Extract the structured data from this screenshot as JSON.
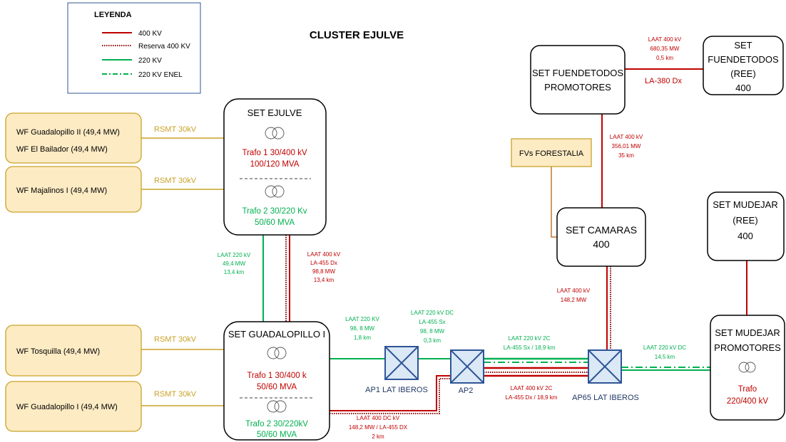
{
  "title": "CLUSTER EJULVE",
  "legend": {
    "heading": "LEYENDA",
    "items": [
      {
        "label": "400 KV",
        "color": "#c00000",
        "style": "solid"
      },
      {
        "label": "Reserva 400 KV",
        "color": "#8b0000",
        "style": "dotted"
      },
      {
        "label": "220 KV",
        "color": "#00b050",
        "style": "solid"
      },
      {
        "label": "220 KV ENEL",
        "color": "#00b050",
        "style": "dashdot"
      }
    ]
  },
  "colors": {
    "line_400": "#c00000",
    "line_220": "#00b050",
    "text_400": "#c00000",
    "text_220": "#00b050",
    "mt_line": "#c9a227",
    "wf_fill": "#fdebc4",
    "wf_stroke": "#c9a227",
    "ap_fill": "#dbe8f6",
    "ap_stroke": "#2f5597",
    "ap_label": "#1f3864",
    "fv_line": "#c07a2c"
  },
  "wind_farms": {
    "wf1_line1": "WF Guadalopillo II (49,4 MW)",
    "wf1_line2": "WF El Bailador (49,4 MW)",
    "wf2": "WF Majalinos I (49,4 MW)",
    "wf3": "WF Tosquilla (49,4 MW)",
    "wf4": "WF Guadalopillo I (49,4 MW)"
  },
  "rsmt": {
    "r1": "RSMT 30kV",
    "r2": "RSMT 30kV",
    "r3": "RSMT 30kV",
    "r4": "RSMT 30kV"
  },
  "set_ejulve": {
    "name": "SET EJULVE",
    "trafo1_l1": "Trafo 1 30/400 kV",
    "trafo1_l2": "100/120 MVA",
    "trafo2_l1": "Trafo 2 30/220 Kv",
    "trafo2_l2": "50/60 MVA"
  },
  "set_guadalopillo": {
    "name": "SET GUADALOPILLO I",
    "trafo1_l1": "Trafo 1 30/400 k",
    "trafo1_l2": "50/60 MVA",
    "trafo2_l1": "Trafo 2 30/220kV",
    "trafo2_l2": "50/60 MVA"
  },
  "set_fuendetodos_prom": {
    "l1": "SET FUENDETODOS",
    "l2": "PROMOTORES"
  },
  "set_fuendetodos_ree": {
    "l1": "SET",
    "l2": "FUENDETODOS",
    "l3": "(REE)",
    "l4": "400"
  },
  "set_camaras": {
    "l1": "SET CAMARAS",
    "l2": "400"
  },
  "set_mudejar_ree": {
    "l1": "SET MUDEJAR",
    "l2": "(REE)",
    "l3": "400"
  },
  "set_mudejar_prom": {
    "l1": "SET MUDEJAR",
    "l2": "PROMOTORES",
    "trafo_l1": "Trafo",
    "trafo_l2": "220/400 kV"
  },
  "fvs": "FVs FORESTALIA",
  "ap_labels": {
    "ap1": "AP1 LAT IBEROS",
    "ap2": "AP2",
    "ap65": "AP65 LAT IBEROS"
  },
  "line_labels": {
    "ej_gu_220": [
      "LAAT 220 kV",
      "49,4 MW",
      "13,4 km"
    ],
    "ej_gu_400": [
      "LAAT 400 kV",
      "LA-455 Dx",
      "98,8 MW",
      "13,4 km"
    ],
    "gu_ap1": [
      "LAAT 220 KV",
      "98, 8 MW",
      "1,8 km"
    ],
    "ap1_ap2": [
      "LAAT 220 kV DC",
      "LA-455 Sx",
      "98, 8 MW",
      "0,3 km"
    ],
    "ap2_ap65_220": [
      "LAAT 220 kV 2C",
      "LA-455 Sx / 18,9 km"
    ],
    "ap2_ap65_400": [
      "LAAT 400 kV 2C",
      "LA-455 Dx / 18,9 km"
    ],
    "gu_ap2_400": [
      "LAAT 400 DC kV",
      "148,2 MW / LA-455 DX",
      "2 km"
    ],
    "camaras_ap65": [
      "LAAT 400 kV",
      "148,2 MW"
    ],
    "fuend_camaras": [
      "LAAT 400 kV",
      "356,01 MW",
      "35 km"
    ],
    "fuend_ree": [
      "LAAT 400 kV",
      "680,35 MW",
      "0,5 km"
    ],
    "fuend_ree_cond": "LA-380 Dx",
    "ap65_mudejar": [
      "LAAT 220 kV DC",
      "14,5 km"
    ]
  }
}
